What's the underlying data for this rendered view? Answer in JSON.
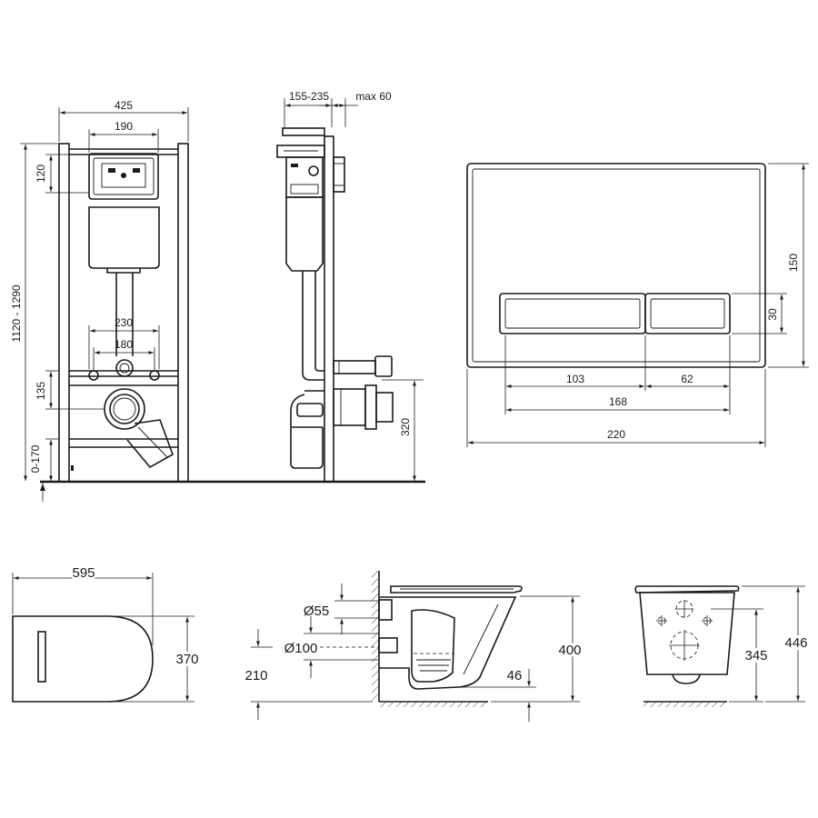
{
  "frame_dims": {
    "width": "425",
    "top_width": "190",
    "flush_height": "120",
    "total_height": "1120 - 1290",
    "bolt_230": "230",
    "bolt_180": "180",
    "drain_135": "135",
    "leg_range": "0-170"
  },
  "side_dims": {
    "depth": "155-235",
    "wall_max": "max 60",
    "pipe_height": "320"
  },
  "plate_dims": {
    "height": "150",
    "button_height": "30",
    "left_button": "103",
    "right_button": "62",
    "buttons_total": "168",
    "width": "220"
  },
  "top_bowl_dims": {
    "length": "595",
    "width": "370"
  },
  "bowl_side_dims": {
    "inlet_diameter": "Ø55",
    "outlet_diameter": "Ø100",
    "outlet_height": "210",
    "height": "400",
    "foot": "46"
  },
  "bowl_front_dims": {
    "mount_height": "345",
    "height": "446"
  }
}
